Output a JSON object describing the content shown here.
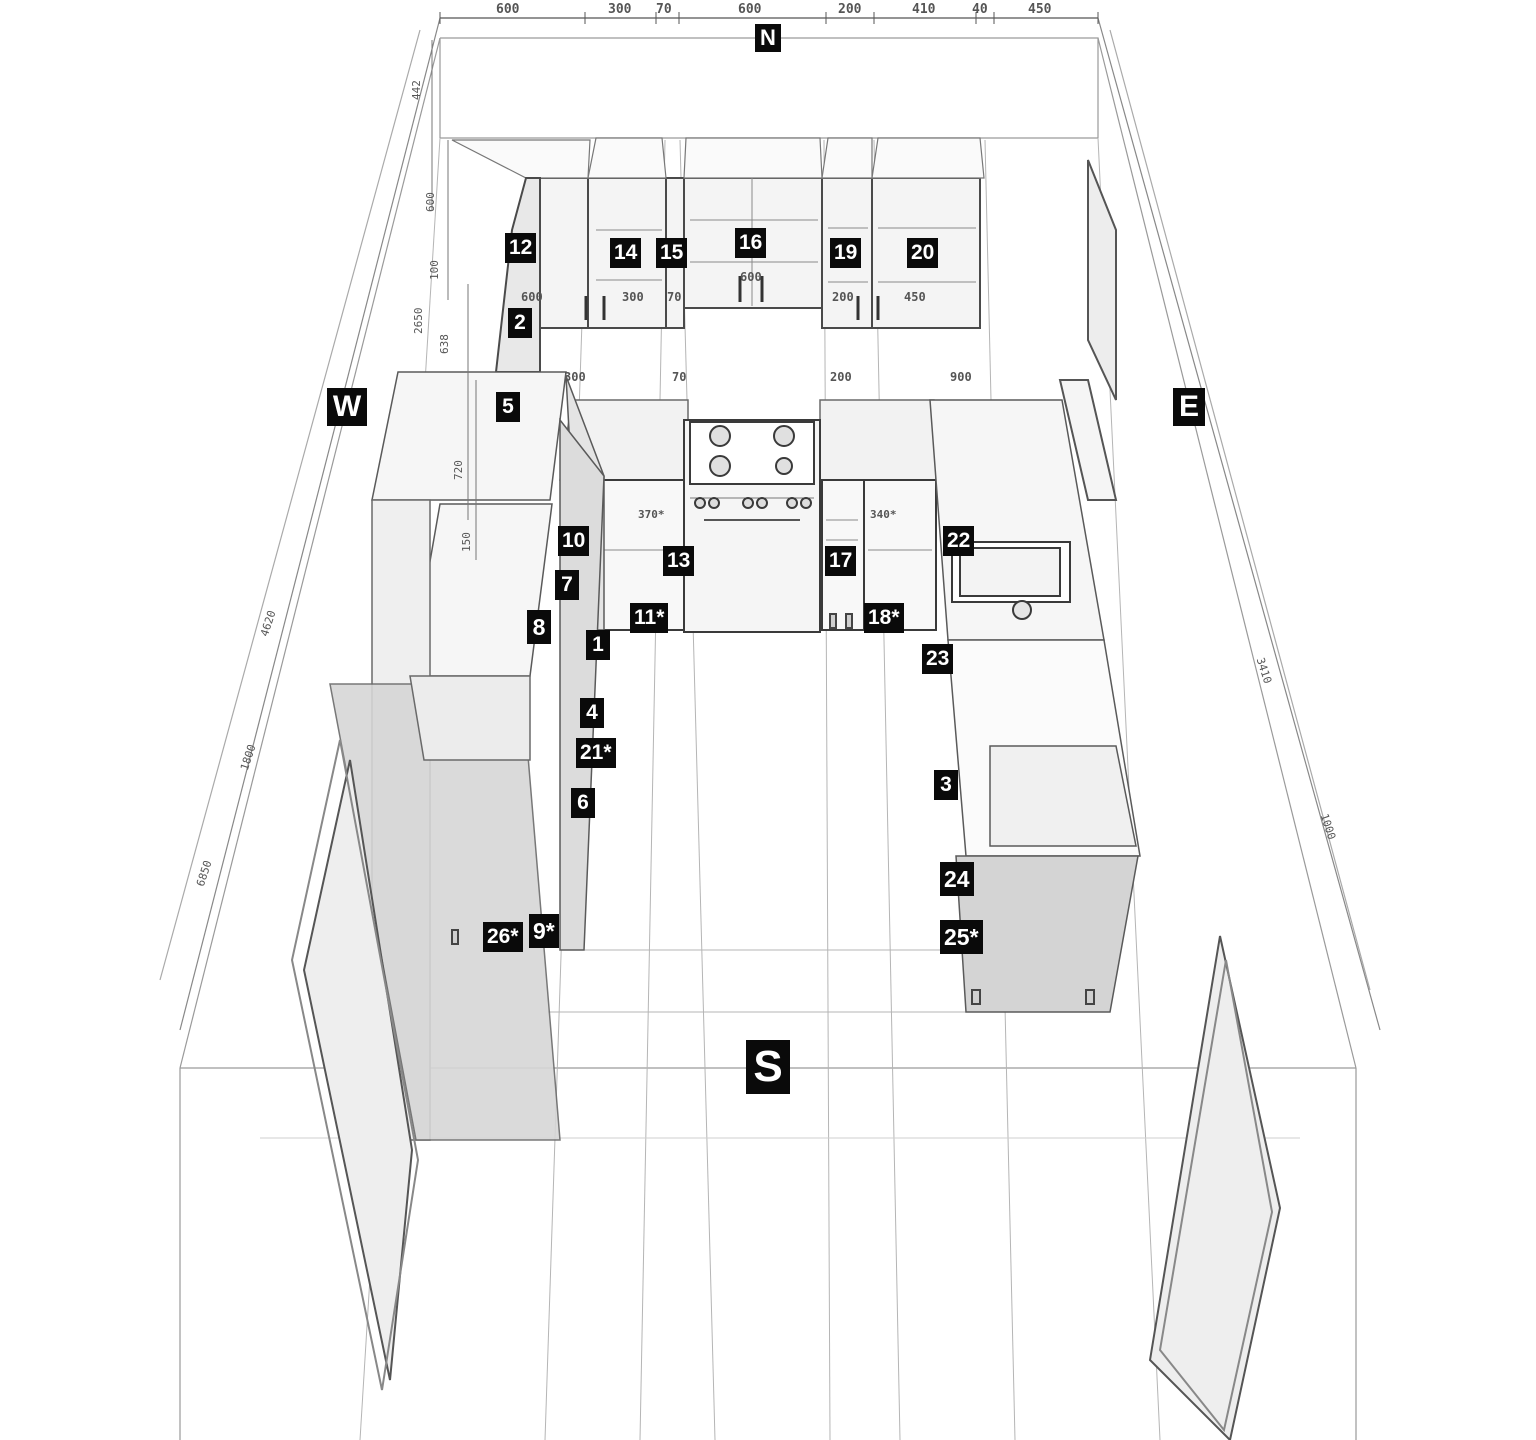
{
  "compass": {
    "north": "N",
    "south": "S",
    "west": "W",
    "east": "E"
  },
  "top_dimensions": [
    "600",
    "300",
    "70",
    "600",
    "200",
    "410",
    "40",
    "450"
  ],
  "upper_cabinet_dimensions": [
    "600",
    "300",
    "70",
    "600",
    "200",
    "450"
  ],
  "counter_dimensions": [
    "300",
    "70",
    "200",
    "900"
  ],
  "base_interior_dimensions": [
    "370*",
    "340*"
  ],
  "west_wall_dimensions": [
    "442",
    "600",
    "100",
    "2650",
    "638",
    "720",
    "150",
    "6850",
    "4620",
    "1800"
  ],
  "east_wall_dimensions": [
    "3410",
    "1000"
  ],
  "cabinet_labels": [
    "1",
    "2",
    "3",
    "4",
    "5",
    "6",
    "7",
    "8",
    "9*",
    "10",
    "11*",
    "12",
    "13",
    "14",
    "15",
    "16",
    "17",
    "18*",
    "19",
    "20",
    "21*",
    "22",
    "23",
    "24",
    "25*",
    "26*"
  ],
  "colors": {
    "ink": "#0a0a0a",
    "line": "#777777",
    "faint": "#bdbdbd",
    "panel": "#d9d9d9",
    "panel_light": "#ececec"
  }
}
